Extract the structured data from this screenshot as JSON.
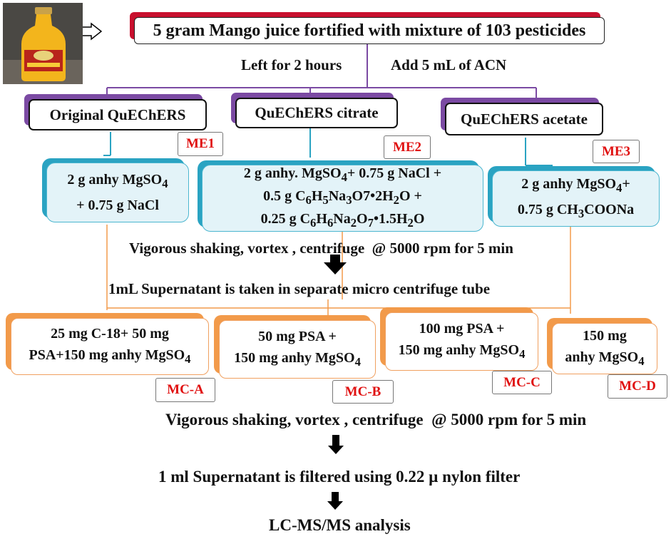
{
  "title": "5 gram Mango juice fortified with mixture of 103 pesticides",
  "left_step": "Left for 2 hours",
  "right_step": "Add 5 mL of ACN",
  "methods": [
    {
      "label": "Original QuEChERS",
      "code": "ME1"
    },
    {
      "label": "QuEChERS citrate",
      "code": "ME2"
    },
    {
      "label": "QuEChERS acetate",
      "code": "ME3"
    }
  ],
  "salts": {
    "s1": {
      "l1": "2 g anhy MgSO",
      "l1_sub": "4",
      "l2": "+ 0.75 g NaCl"
    },
    "s2": {
      "l1": "2 g anhy. MgSO",
      "l1_sub": "4",
      "l1_tail": "+ 0.75 g NaCl +",
      "l2_a": "0.5 g C",
      "l2_s1": "6",
      "l2_b": "H",
      "l2_s2": "5",
      "l2_c": "Na",
      "l2_s3": "3",
      "l2_d": "O7•2H",
      "l2_s4": "2",
      "l2_e": "O +",
      "l3_a": "0.25 g C",
      "l3_s1": "6",
      "l3_b": "H",
      "l3_s2": "6",
      "l3_c": "Na",
      "l3_s3": "2",
      "l3_d": "O",
      "l3_s4": "7",
      "l3_e": "•1.5H",
      "l3_s5": "2",
      "l3_f": "O"
    },
    "s3": {
      "l1": "2 g anhy MgSO",
      "l1_sub": "4",
      "l1_tail": "+",
      "l2": "0.75 g CH",
      "l2_sub": "3",
      "l2_tail": "COONa"
    }
  },
  "shake_step": "Vigorous shaking, vortex , centrifuge  @ 5000 rpm for 5 min",
  "supernatant_step": "1mL Supernatant is taken in separate micro centrifuge tube",
  "dspe": {
    "a": {
      "l1": "25 mg C-18+ 50 mg",
      "l2": "PSA+150 mg anhy MgSO",
      "l2_sub": "4",
      "code": "MC-A"
    },
    "b": {
      "l1": "50 mg PSA +",
      "l2": "150 mg anhy MgSO",
      "l2_sub": "4",
      "code": "MC-B"
    },
    "c": {
      "l1": "100 mg PSA +",
      "l2": "150 mg anhy MgSO",
      "l2_sub": "4",
      "code": "MC-C"
    },
    "d": {
      "l1": "150 mg",
      "l2": "anhy MgSO",
      "l2_sub": "4",
      "code": "MC-D"
    }
  },
  "shake_step2": "Vigorous shaking, vortex , centrifuge  @ 5000 rpm for 5 min",
  "filter_step": "1 ml Supernatant is filtered using 0.22 µ nylon filter",
  "final_step": "LC-MS/MS analysis",
  "colors": {
    "title_accent": "#c8102e",
    "method_accent": "#7b4aa3",
    "salt_accent": "#2aa3c2",
    "dspe_accent": "#f29a4a",
    "code_text": "#e01010"
  }
}
